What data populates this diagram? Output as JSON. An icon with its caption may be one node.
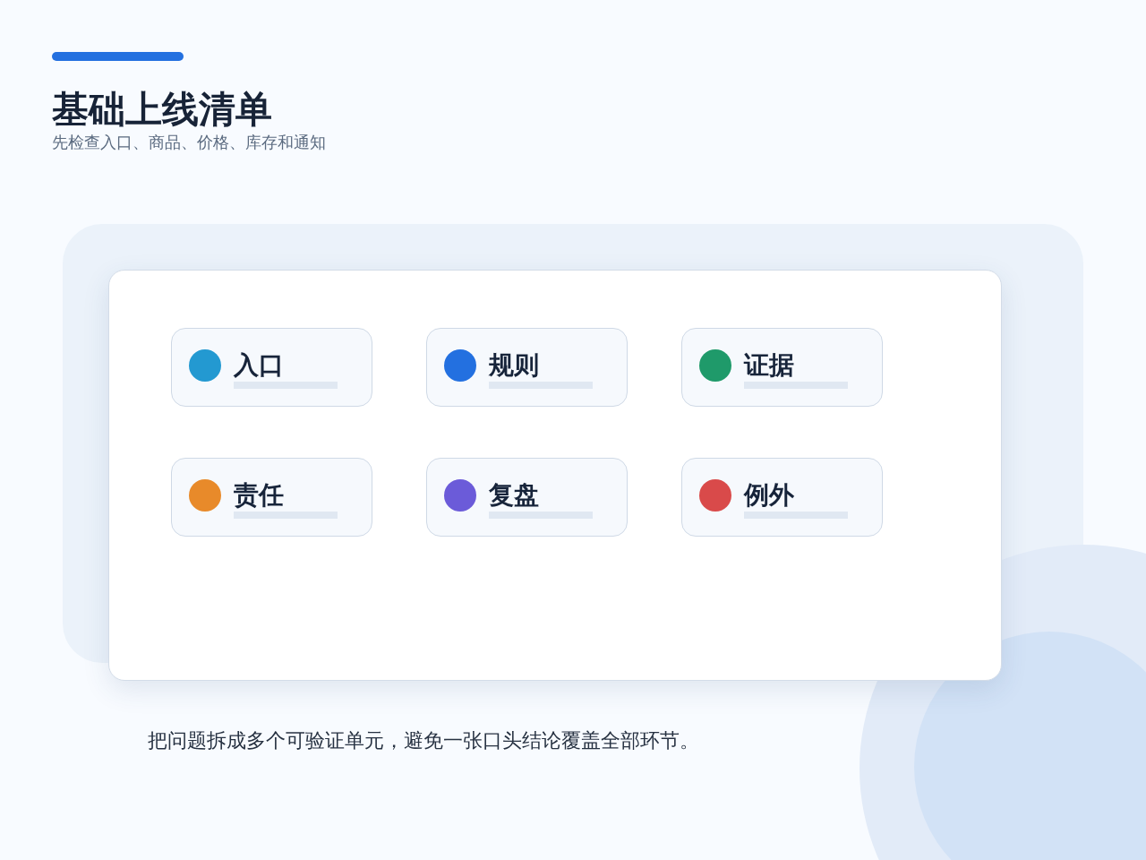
{
  "diagram": {
    "title": "基础上线清单",
    "labels": [
      "先检查入口、商品、价格、库存和通知"
    ],
    "nodes": [
      {
        "text": [],
        "shape": "box"
      },
      {
        "text": [
          "入口"
        ],
        "in": 0
      },
      {
        "text": [
          "规则"
        ],
        "in": 0
      },
      {
        "text": [
          "证据"
        ],
        "in": 0
      },
      {
        "text": [
          "责任"
        ],
        "in": 0
      },
      {
        "text": [
          "复盘"
        ],
        "in": 0
      },
      {
        "text": [
          "例外"
        ],
        "in": 0
      }
    ],
    "caption": "把问题拆成多个可验证单元，避免一张口头结论覆盖全部环节。"
  }
}
